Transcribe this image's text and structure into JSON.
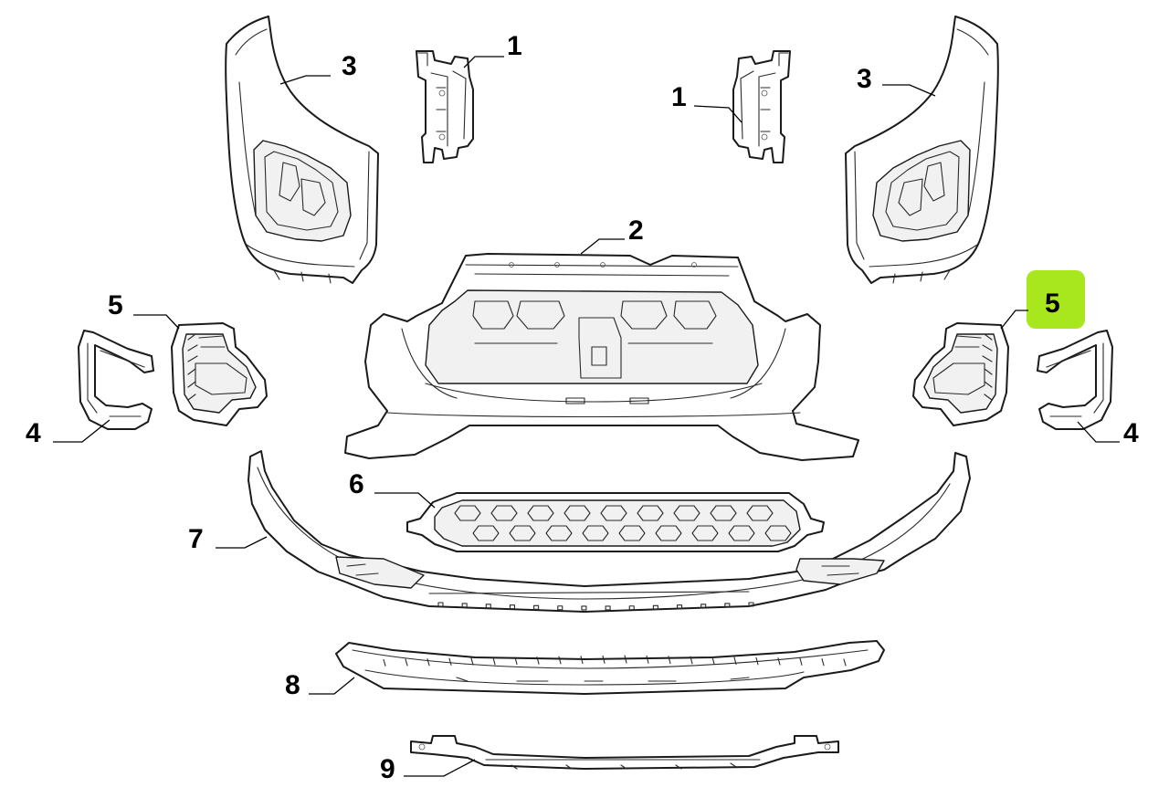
{
  "highlight_color": "#a8e61d",
  "callouts": [
    {
      "id": "left-bracket",
      "number": "1"
    },
    {
      "id": "right-bracket",
      "number": "1"
    },
    {
      "id": "upper-fascia",
      "number": "2"
    },
    {
      "id": "left-side-panel",
      "number": "3"
    },
    {
      "id": "right-side-panel",
      "number": "3"
    },
    {
      "id": "left-fog-bezel",
      "number": "4"
    },
    {
      "id": "right-fog-bezel",
      "number": "4"
    },
    {
      "id": "left-fog-housing",
      "number": "5"
    },
    {
      "id": "right-fog-housing",
      "number": "5",
      "highlighted": true
    },
    {
      "id": "lower-grille",
      "number": "6"
    },
    {
      "id": "lower-valance",
      "number": "7"
    },
    {
      "id": "skid-plate",
      "number": "8"
    },
    {
      "id": "reinforcement-strip",
      "number": "9"
    }
  ]
}
